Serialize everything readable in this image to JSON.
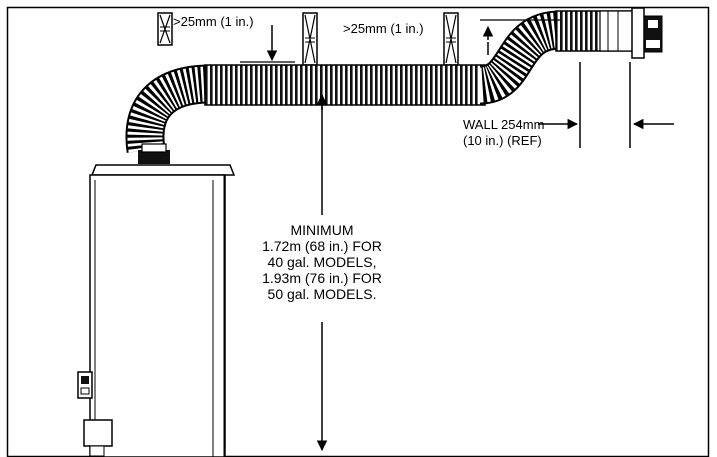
{
  "diagram": {
    "labels": {
      "clearance_left": ">25mm (1 in.)",
      "clearance_right": ">25mm (1 in.)",
      "wall_line1": "WALL 254mm",
      "wall_line2": "(10 in.) (REF)",
      "min_line1": "MINIMUM",
      "min_line2": "1.72m (68 in.) FOR",
      "min_line3": "40 gal. MODELS,",
      "min_line4": "1.93m (76 in.) FOR",
      "min_line5": "50 gal. MODELS."
    },
    "icons": [
      "hanger-strap-icon",
      "hanger-strap-icon",
      "hanger-strap-icon",
      "vent-terminal-icon",
      "water-heater-icon"
    ]
  }
}
